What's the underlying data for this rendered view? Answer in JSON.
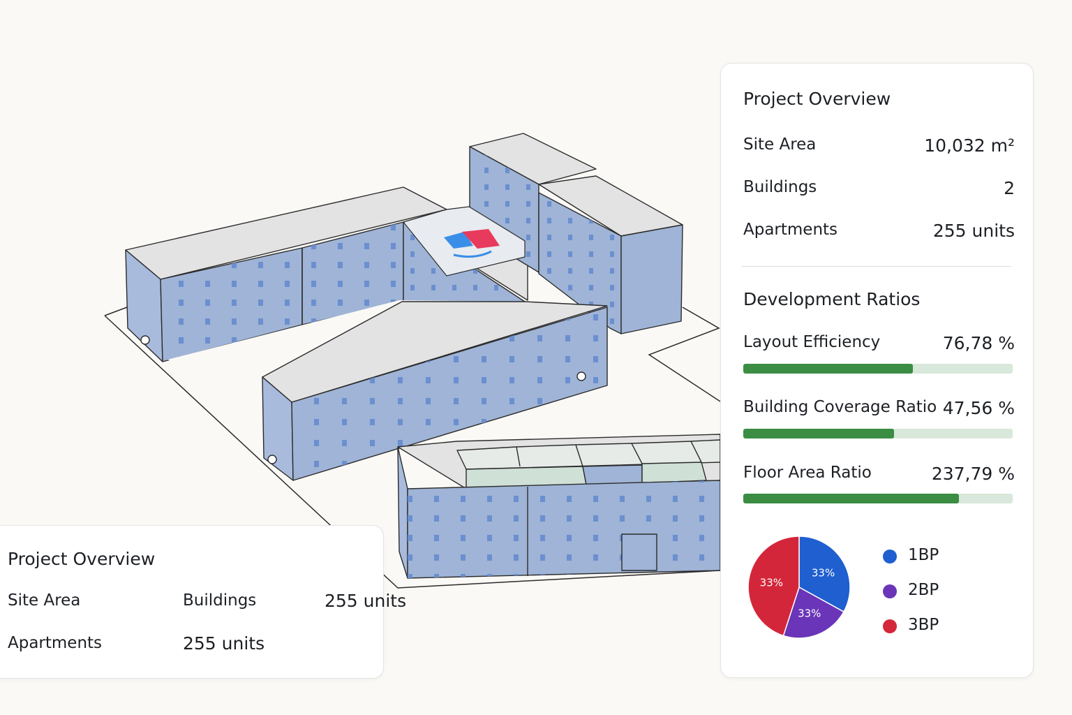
{
  "overview_panel": {
    "title": "Project Overview",
    "rows": [
      {
        "label": "Site Area",
        "value": "10,032 m²"
      },
      {
        "label": "Buildings",
        "value": "2"
      },
      {
        "label": "Apartments",
        "value": "255 units"
      }
    ]
  },
  "ratios_panel": {
    "title": "Development Ratios",
    "items": [
      {
        "label": "Layout Efficiency",
        "value": "76,78 %",
        "level": 0.63
      },
      {
        "label": "Building Coverage Ratio",
        "value": "47,56 %",
        "level": 0.56
      },
      {
        "label": "Floor Area Ratio",
        "value": "237,79 %",
        "level": 0.8
      }
    ]
  },
  "chart_data": {
    "type": "pie",
    "slices": [
      {
        "name": "1BP",
        "value": 33,
        "label": "33%",
        "color": "#1f5fcf"
      },
      {
        "name": "2BP",
        "value": 22,
        "label": "33%",
        "color": "#6a35b8"
      },
      {
        "name": "3BP",
        "value": 45,
        "label": "33%",
        "color": "#d4263a"
      }
    ]
  },
  "bottom_panel": {
    "title": "Project Overview",
    "site_area_label": "Site Area",
    "buildings_label": "Buildings",
    "buildings_value": "255 units",
    "apartments_label": "Apartments",
    "apartments_value": "255 units"
  },
  "colors": {
    "facade": "#9fb4d6",
    "roof": "#e3e3e3",
    "window": "#6b8fcf",
    "accent_blue": "#3a8ee8",
    "accent_red": "#e83a5c",
    "bar_fill": "#3a8d43",
    "bar_track": "#d8e8da"
  }
}
